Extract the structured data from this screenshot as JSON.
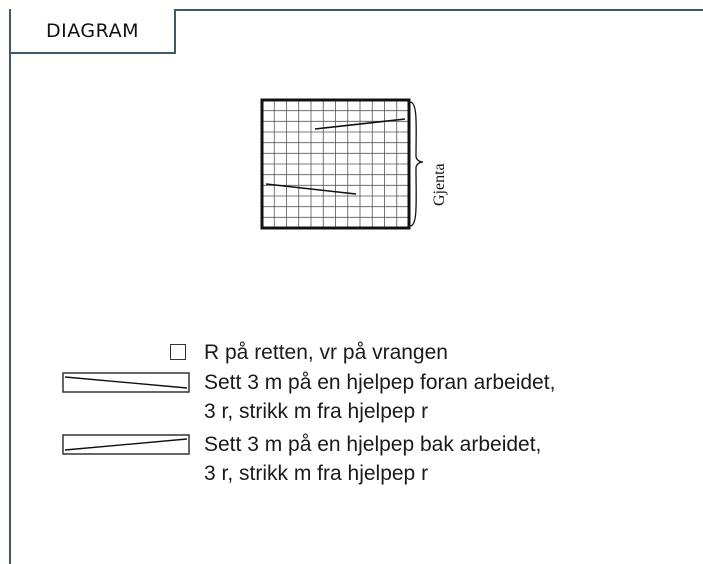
{
  "tab": {
    "label": "DIAGRAM"
  },
  "chart": {
    "repeat_label": "Gjenta",
    "cols": 12,
    "rows": 12
  },
  "legend": {
    "items": [
      {
        "icon": "square-icon",
        "lines": [
          "R på retten, vr på vrangen"
        ]
      },
      {
        "icon": "cable-left-icon",
        "lines": [
          "Sett 3 m på en hjelpep foran arbeidet,",
          "3 r, strikk m fra hjelpep r"
        ]
      },
      {
        "icon": "cable-right-icon",
        "lines": [
          "Sett 3 m på en hjelpep bak arbeidet,",
          "3 r, strikk m fra hjelpep r"
        ]
      }
    ]
  },
  "colors": {
    "frame": "#3f5a66",
    "grid": "#555555",
    "ink": "#1a1a1a"
  }
}
